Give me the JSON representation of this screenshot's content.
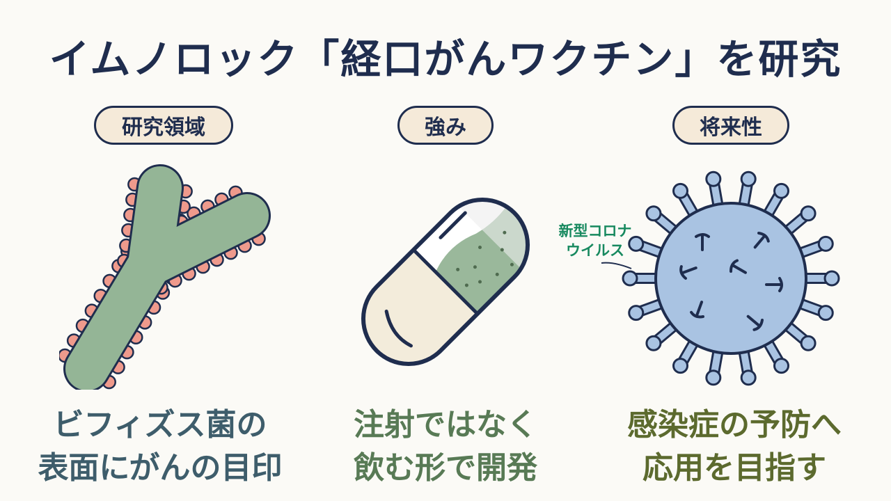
{
  "title": "イムノロック「経口がんワクチン」を研究",
  "columns": [
    {
      "label": "研究領域",
      "caption_line1": "ビフィズス菌の",
      "caption_line2": "表面にがんの目印"
    },
    {
      "label": "強み",
      "caption_line1": "注射ではなく",
      "caption_line2": "飲む形で開発"
    },
    {
      "label": "将来性",
      "caption_line1": "感染症の予防へ",
      "caption_line2": "応用を目指す"
    }
  ],
  "annotation": {
    "line1": "新型コロナ",
    "line2": "ウイルス"
  },
  "colors": {
    "title": "#1f2d4e",
    "bacteria": "#94b596",
    "bacteria_dots": "#ef9a8c",
    "capsule_bottom": "#f3ecdb",
    "capsule_powder": "#9ab89b",
    "virus": "#a9c3e2",
    "annotation": "#17895f"
  },
  "icons": [
    "bifidobacterium-illustration",
    "capsule-illustration",
    "coronavirus-illustration"
  ]
}
